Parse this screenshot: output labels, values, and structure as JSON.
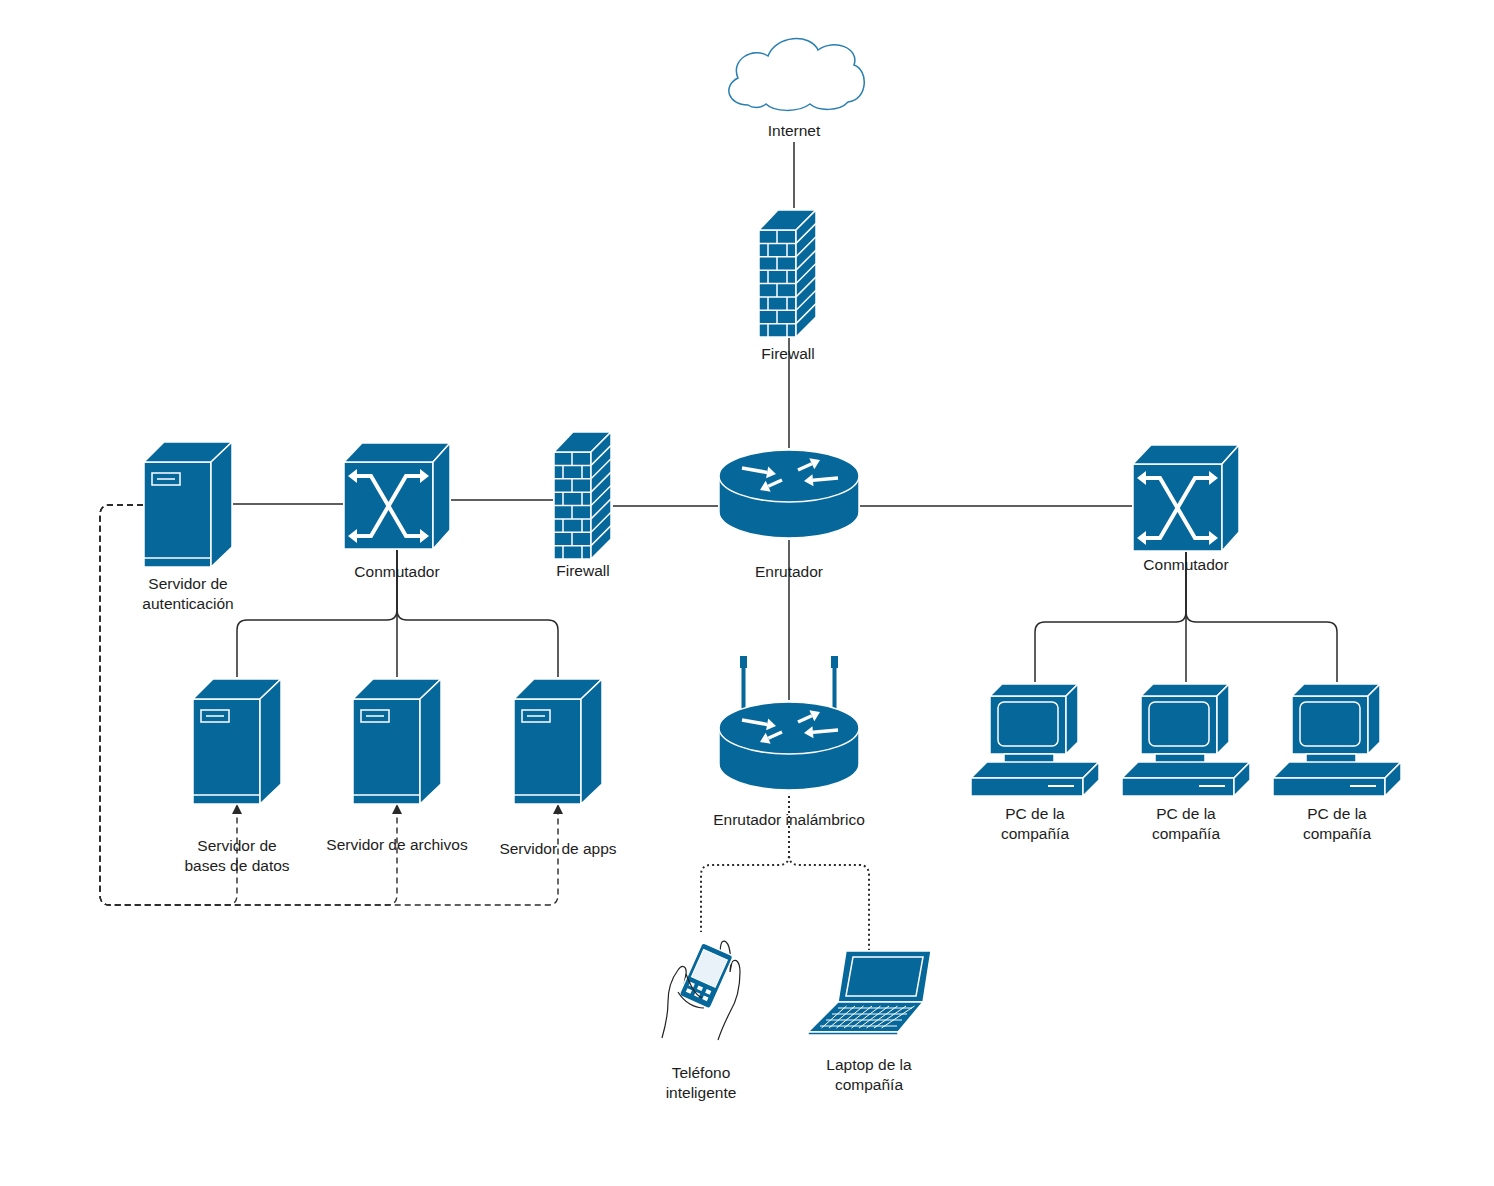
{
  "diagram": {
    "nodes": [
      {
        "text": [
          "Internet"
        ]
      },
      {
        "text": [
          "Firewall"
        ]
      },
      {
        "text": [
          "Servidor de autenticación"
        ]
      },
      {
        "text": [
          "Conmutador"
        ]
      },
      {
        "text": [
          "Firewall"
        ]
      },
      {
        "text": [
          "Enrutador"
        ]
      },
      {
        "text": [
          "Conmutador"
        ]
      },
      {
        "text": [
          "Servidor de bases de datos"
        ]
      },
      {
        "text": [
          "Servidor de archivos"
        ]
      },
      {
        "text": [
          "Servidor de apps"
        ]
      },
      {
        "text": [
          "Enrutador inalámbrico"
        ]
      },
      {
        "text": [
          "PC de la compañía"
        ]
      },
      {
        "text": [
          "PC de la compañía"
        ]
      },
      {
        "text": [
          "PC de la compañía"
        ]
      },
      {
        "text": [
          "Teléfono inteligente"
        ]
      },
      {
        "text": [
          "Laptop de la compañía"
        ]
      }
    ],
    "edges": [
      {
        "from": 0,
        "to": 1,
        "arrow": "none"
      },
      {
        "from": 1,
        "to": 5,
        "arrow": "none"
      },
      {
        "from": 5,
        "to": 4,
        "arrow": "none"
      },
      {
        "from": 4,
        "to": 3,
        "arrow": "none"
      },
      {
        "from": 3,
        "to": 2,
        "arrow": "none"
      },
      {
        "from": 3,
        "to": 7,
        "arrow": "none"
      },
      {
        "from": 3,
        "to": 8,
        "arrow": "none"
      },
      {
        "from": 3,
        "to": 9,
        "arrow": "none"
      },
      {
        "from": 5,
        "to": 6,
        "arrow": "none"
      },
      {
        "from": 6,
        "to": 11,
        "arrow": "none"
      },
      {
        "from": 6,
        "to": 12,
        "arrow": "none"
      },
      {
        "from": 6,
        "to": 13,
        "arrow": "none"
      },
      {
        "from": 5,
        "to": 10,
        "arrow": "none"
      },
      {
        "from": 10,
        "to": 14,
        "arrow": "none"
      },
      {
        "from": 10,
        "to": 15,
        "arrow": "none"
      },
      {
        "from": 2,
        "to": 7,
        "arrow": "to"
      },
      {
        "from": 2,
        "to": 8,
        "arrow": "to"
      },
      {
        "from": 2,
        "to": 9,
        "arrow": "to"
      }
    ]
  }
}
